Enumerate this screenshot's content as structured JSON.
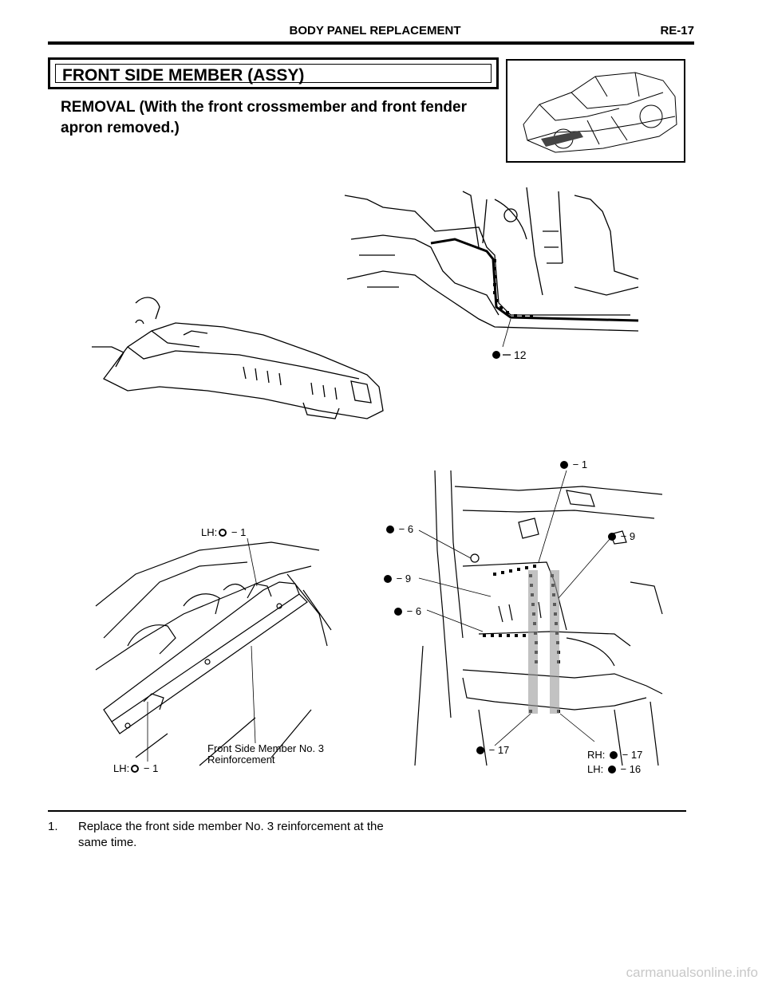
{
  "header": {
    "section": "BODY PANEL REPLACEMENT",
    "page": "RE-17"
  },
  "title": "FRONT SIDE MEMBER (ASSY)",
  "subtitle": "REMOVAL (With the front crossmember and front fender apron removed.)",
  "callouts": {
    "top_weld": "12",
    "lh_top": "1",
    "lh_top_prefix": "LH:",
    "lh_bottom": "1",
    "lh_bottom_prefix": "LH:",
    "part_label_line1": "Front Side Member No. 3",
    "part_label_line2": "Reinforcement",
    "weld_1": "1",
    "weld_6a": "6",
    "weld_9a": "9",
    "weld_6b": "6",
    "weld_9b": "9",
    "weld_17": "17",
    "rh_prefix": "RH:",
    "rh_value": "17",
    "lh_prefix": "LH:",
    "lh_value": "16"
  },
  "steps": [
    {
      "num": "1.",
      "text": "Replace the front side member No. 3 reinforcement at the same time."
    }
  ],
  "watermark": "carmanualsonline.info"
}
